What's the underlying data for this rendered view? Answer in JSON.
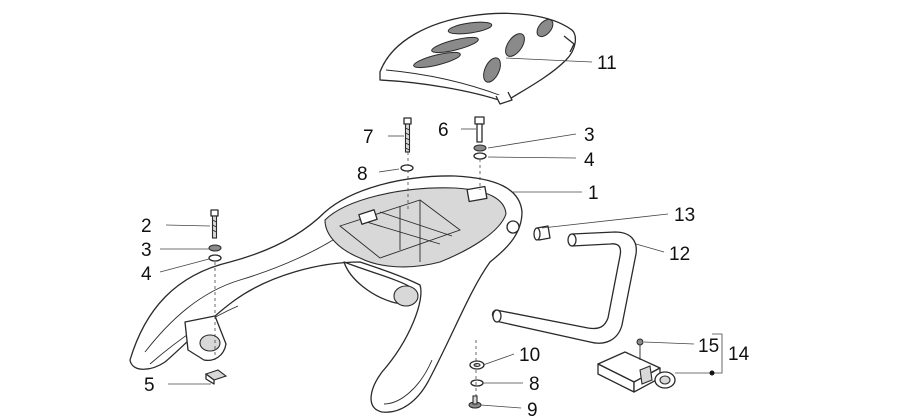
{
  "callouts": {
    "c1": "1",
    "c2": "2",
    "c3a": "3",
    "c3b": "3",
    "c4a": "4",
    "c4b": "4",
    "c5": "5",
    "c6": "6",
    "c7": "7",
    "c8a": "8",
    "c8b": "8",
    "c9": "9",
    "c10": "10",
    "c11": "11",
    "c12": "12",
    "c13": "13",
    "c14": "14",
    "c15": "15"
  }
}
